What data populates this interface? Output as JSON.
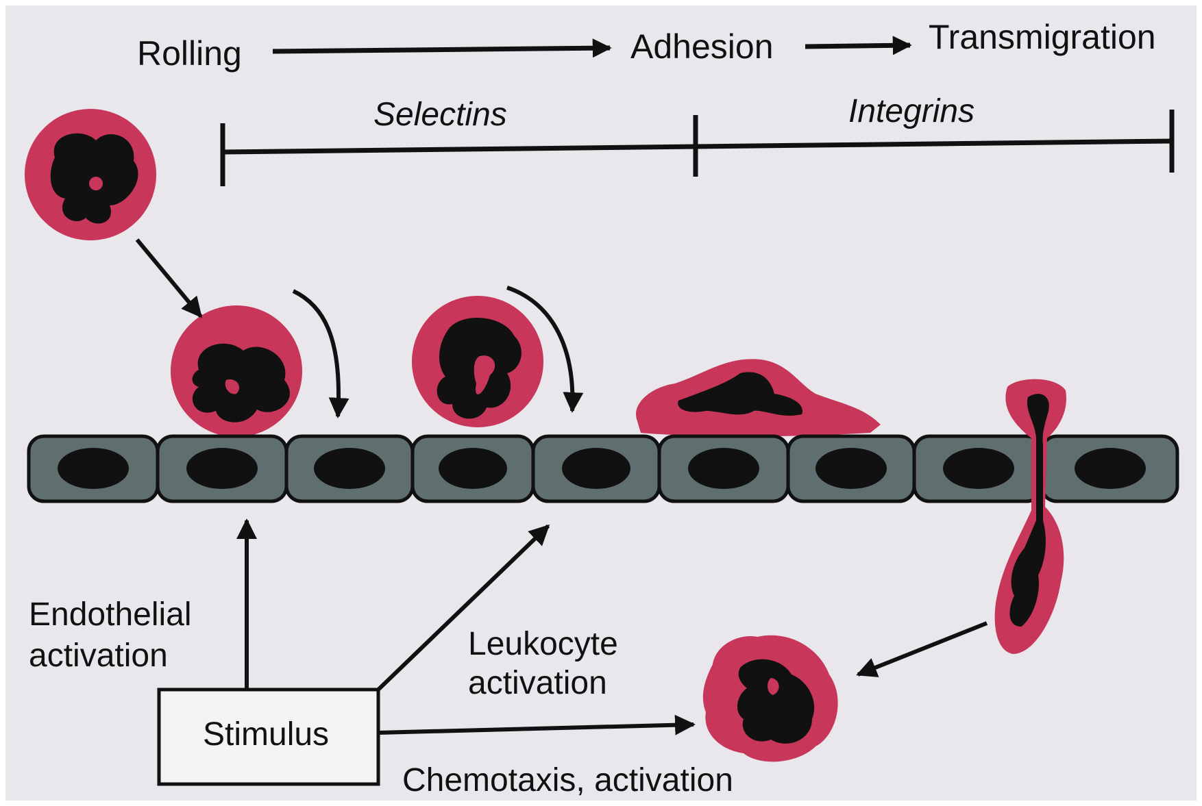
{
  "phases": {
    "rolling": "Rolling",
    "adhesion": "Adhesion",
    "transmigration": "Transmigration"
  },
  "molecules": {
    "selectins": "Selectins",
    "integrins": "Integrins"
  },
  "labels": {
    "endothelial_line1": "Endothelial",
    "endothelial_line2": "activation",
    "leukocyte_line1": "Leukocyte",
    "leukocyte_line2": "activation",
    "chemotaxis": "Chemotaxis, activation",
    "stimulus": "Stimulus"
  },
  "colors": {
    "background": "#e9e7ec",
    "leukocyte": "#c8375a",
    "nucleus": "#111111",
    "endothelium": "#5f6f70",
    "outline": "#111111"
  }
}
